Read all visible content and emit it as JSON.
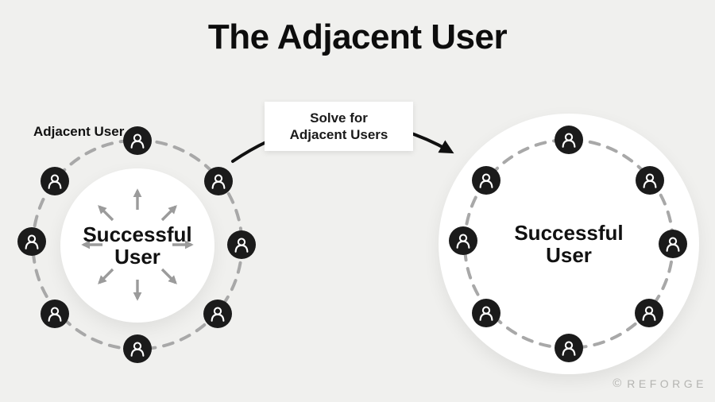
{
  "title": "The Adjacent User",
  "left_diagram": {
    "label": "Adjacent User",
    "center_label": [
      "Successful",
      "User"
    ],
    "user_icon_count": 8
  },
  "callout": {
    "lines": [
      "Solve for",
      "Adjacent Users"
    ]
  },
  "right_diagram": {
    "center_label": [
      "Successful",
      "User"
    ],
    "user_icon_count": 8
  },
  "footer": {
    "copyright": "©",
    "brand": "REFORGE"
  },
  "icons": {
    "user": "user-icon",
    "flow": "curved-arrow-icon",
    "spread": "radiating-arrows-icon"
  },
  "colors": {
    "background": "#f0f0ee",
    "circle_fill": "#ffffff",
    "dashed_ring": "#a8a8a8",
    "user_badge": "#1b1b1b",
    "spread_arrows": "#9b9b9b",
    "flow_arrow": "#111111",
    "text": "#111111",
    "footer_text": "#b4b4b1"
  }
}
